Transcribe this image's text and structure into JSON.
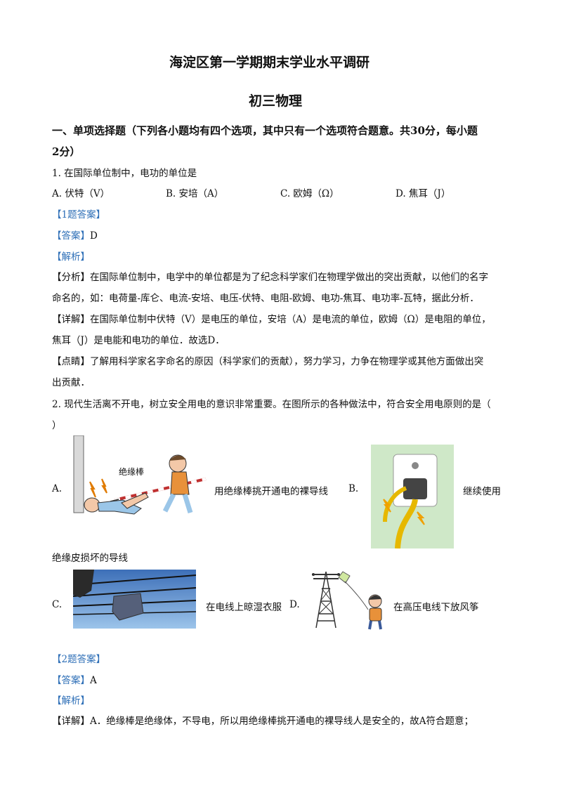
{
  "doc": {
    "title": "海淀区第一学期期末学业水平调研",
    "subtitle": "初三物理"
  },
  "section1": {
    "heading_line1": "一、单项选择题（下列各小题均有四个选项，其中只有一个选项符合题意。共30分，每小题",
    "heading_line2": "2分）"
  },
  "q1": {
    "stem": "1. 在国际单位制中，电功的单位是",
    "options": [
      "A. 伏特（V）",
      "B. 安培（A）",
      "C. 欧姆（Ω）",
      "D. 焦耳（J）"
    ],
    "answer_tag": "【1题答案】",
    "answer_prefix": "【答案】",
    "answer_value": "D",
    "analysis_tag": "【解析】",
    "fenxi_tag": "【分析】",
    "fenxi_line1": "在国际单位制中，电学中的单位都是为了纪念科学家们在物理学做出的突出贡献，以他们的名字",
    "fenxi_line2": "命名的，如：电荷量-库仑、电流-安培、电压-伏特、电阻-欧姆、电功-焦耳、电功率-瓦特，据此分析．",
    "xiangjie_tag": "【详解】",
    "xiangjie_line1": "在国际单位制中伏特（V）是电压的单位，安培（A）是电流的单位，欧姆（Ω）是电阻的单位，",
    "xiangjie_line2": "焦耳（J）是电能和电功的单位．故选D．",
    "dianjing_tag": "【点睛】",
    "dianjing_line1": "了解用科学家名字命名的原因（科学家们的贡献），努力学习，力争在物理学或其他方面做出突",
    "dianjing_line2": "出贡献．"
  },
  "q2": {
    "stem_line1": "2. 现代生活离不开电，树立安全用电的意识非常重要。在图所示的各种做法中，符合安全用电原则的是（",
    "stem_line2": "）",
    "opt_a_label": "A.",
    "opt_a_img_label": "绝缘棒",
    "opt_a_text": "用绝缘棒挑开通电的裸导线",
    "opt_b_label": "B.",
    "opt_b_text": "继续使用",
    "opt_b_text_cont": "绝缘皮损坏的导线",
    "opt_c_label": "C.",
    "opt_c_text": "在电线上晾湿衣服",
    "opt_d_label": "D.",
    "opt_d_text": "在高压电线下放风筝",
    "answer_tag": "【2题答案】",
    "answer_prefix": "【答案】",
    "answer_value": "A",
    "analysis_tag": "【解析】",
    "xiangjie_tag": "【详解】",
    "xiangjie_line1": "A．绝缘棒是绝缘体，不导电，所以用绝缘棒挑开通电的裸导线人是安全的，故A符合题意；"
  },
  "colors": {
    "tag_blue": "#2e6fb7",
    "text": "#111111"
  }
}
